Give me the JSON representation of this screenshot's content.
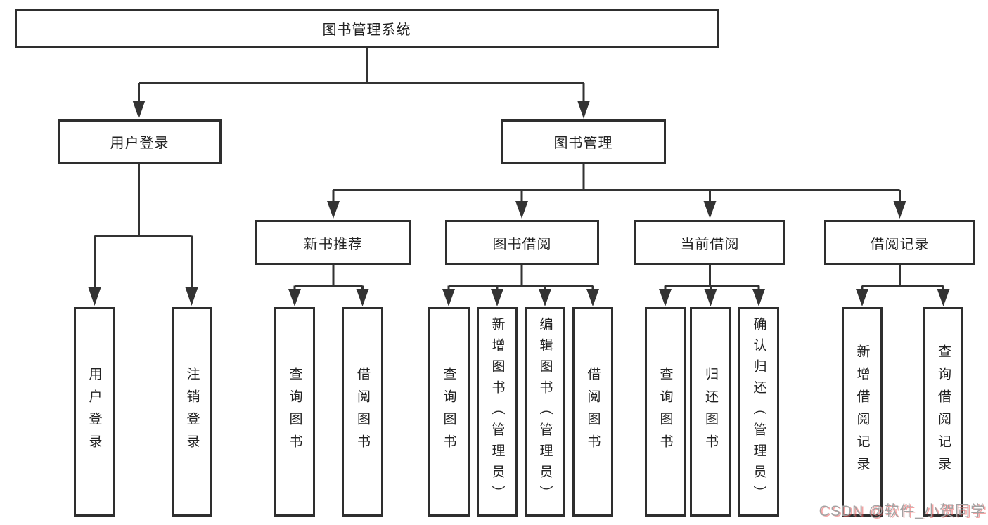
{
  "diagram": {
    "title": "图书管理系统",
    "root": {
      "label": "图书管理系统",
      "children": [
        {
          "label": "用户登录",
          "children": [
            {
              "label": "用户登录"
            },
            {
              "label": "注销登录"
            }
          ]
        },
        {
          "label": "图书管理",
          "children": [
            {
              "label": "新书推荐",
              "children": [
                {
                  "label": "查询图书"
                },
                {
                  "label": "借阅图书"
                }
              ]
            },
            {
              "label": "图书借阅",
              "children": [
                {
                  "label": "查询图书"
                },
                {
                  "label": "新增图书（管理员）"
                },
                {
                  "label": "编辑图书（管理员）"
                },
                {
                  "label": "借阅图书"
                }
              ]
            },
            {
              "label": "当前借阅",
              "children": [
                {
                  "label": "查询图书"
                },
                {
                  "label": "归还图书"
                },
                {
                  "label": "确认归还（管理员）"
                }
              ]
            },
            {
              "label": "借阅记录",
              "children": [
                {
                  "label": "新增借阅记录"
                },
                {
                  "label": "查询借阅记录"
                }
              ]
            }
          ]
        }
      ]
    }
  },
  "colors": {
    "line": "#333333",
    "box_border": "#2e2e2e",
    "text": "#222222",
    "background": "#ffffff",
    "watermark": "#a2a2a2",
    "watermark_accent": "#eb5a5a"
  },
  "watermark": {
    "text": "CSDN @软件_小贺同学"
  }
}
